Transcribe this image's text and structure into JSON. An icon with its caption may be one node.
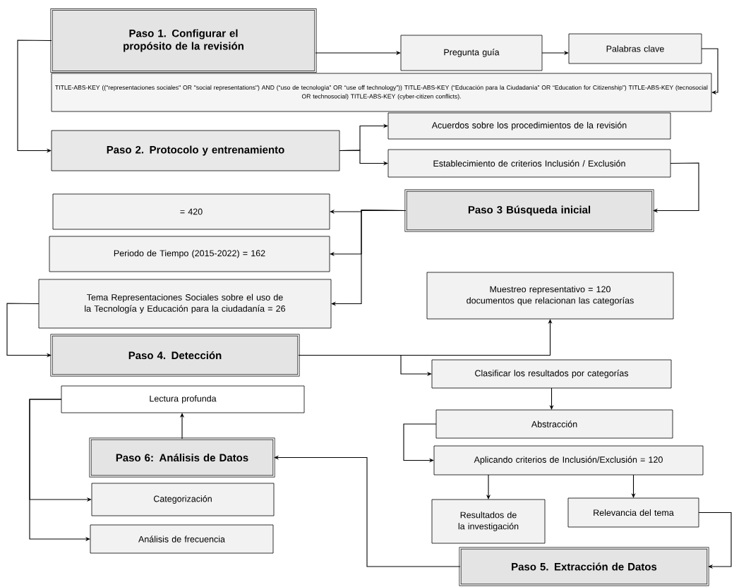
{
  "diagram": {
    "nodes": [
      {
        "text": [
          "Paso 1. Configurar el propósito de la revisión"
        ]
      },
      {
        "text": [
          "Pregunta guía"
        ]
      },
      {
        "text": [
          "Palabras clave"
        ]
      },
      {
        "text": [
          "TITLE-ABS-KEY ((\"representaciones sociales\" OR \"social representations\") AND (“uso de tecnología” OR “use off technology”)) TITLE-ABS-KEY (“Educación para la Ciudadanía” OR “Education for Citizenship”) TITLE-ABS-KEY (tecnosocial OR technosocial) TITLE-ABS-KEY (cyber-citizen conflicts)."
        ]
      },
      {
        "text": [
          "Paso 2. Protocolo y entrenamiento"
        ]
      },
      {
        "text": [
          "Acuerdos sobre los procedimientos de la revisión"
        ]
      },
      {
        "text": [
          "Establecimiento de criterios Inclusión / Exclusión"
        ]
      },
      {
        "text": [
          "Paso 3 Búsqueda inicial"
        ]
      },
      {
        "text": [
          "= 420"
        ]
      },
      {
        "text": [
          "Periodo de Tiempo (2015-2022) = 162"
        ]
      },
      {
        "text": [
          "Tema Representaciones Sociales sobre el uso de la Tecnología y Educación para la ciudadanía = 26"
        ]
      },
      {
        "text": [
          "Muestreo representativo = 120 documentos que relacionan las categorías"
        ]
      },
      {
        "text": [
          "Paso 4. Detección"
        ]
      },
      {
        "text": [
          "Clasificar los resultados por categorías"
        ]
      },
      {
        "text": [
          "Lectura profunda"
        ]
      },
      {
        "text": [
          "Abstracción"
        ]
      },
      {
        "text": [
          "Paso 6: Análisis de Datos"
        ]
      },
      {
        "text": [
          "Aplicando criterios de Inclusión/Exclusión = 120"
        ]
      },
      {
        "text": [
          "Categorización"
        ]
      },
      {
        "text": [
          "Resultados de la investigación"
        ]
      },
      {
        "text": [
          "Relevancia del tema"
        ]
      },
      {
        "text": [
          "Análisis de frecuencia"
        ]
      },
      {
        "text": [
          "Paso 5. Extracción de Datos"
        ]
      }
    ],
    "edges": [
      {
        "from": 0,
        "to": 1,
        "arrow": "to"
      },
      {
        "from": 1,
        "to": 2,
        "arrow": "to"
      },
      {
        "from": 2,
        "to": 3,
        "arrow": "to"
      },
      {
        "from": 0,
        "to": 4,
        "arrow": "to"
      },
      {
        "from": 4,
        "to": 5,
        "arrow": "to"
      },
      {
        "from": 4,
        "to": 6,
        "arrow": "to"
      },
      {
        "from": 6,
        "to": 7,
        "arrow": "to"
      },
      {
        "from": 7,
        "to": 8,
        "arrow": "to"
      },
      {
        "from": 7,
        "to": 9,
        "arrow": "to"
      },
      {
        "from": 7,
        "to": 10,
        "arrow": "to"
      },
      {
        "from": 10,
        "to": 12,
        "arrow": "to"
      },
      {
        "from": 12,
        "to": 11,
        "arrow": "to"
      },
      {
        "from": 12,
        "to": 13,
        "arrow": "to"
      },
      {
        "from": 13,
        "to": 15,
        "arrow": "to"
      },
      {
        "from": 15,
        "to": 17,
        "arrow": "to"
      },
      {
        "from": 17,
        "to": 19,
        "arrow": "to"
      },
      {
        "from": 17,
        "to": 20,
        "arrow": "to"
      },
      {
        "from": 20,
        "to": 22,
        "arrow": "to"
      },
      {
        "from": 22,
        "to": 16,
        "arrow": "to"
      },
      {
        "from": 16,
        "to": 14,
        "arrow": "to"
      },
      {
        "from": 14,
        "to": 18,
        "arrow": "to"
      },
      {
        "from": 14,
        "to": 21,
        "arrow": "to"
      }
    ]
  }
}
